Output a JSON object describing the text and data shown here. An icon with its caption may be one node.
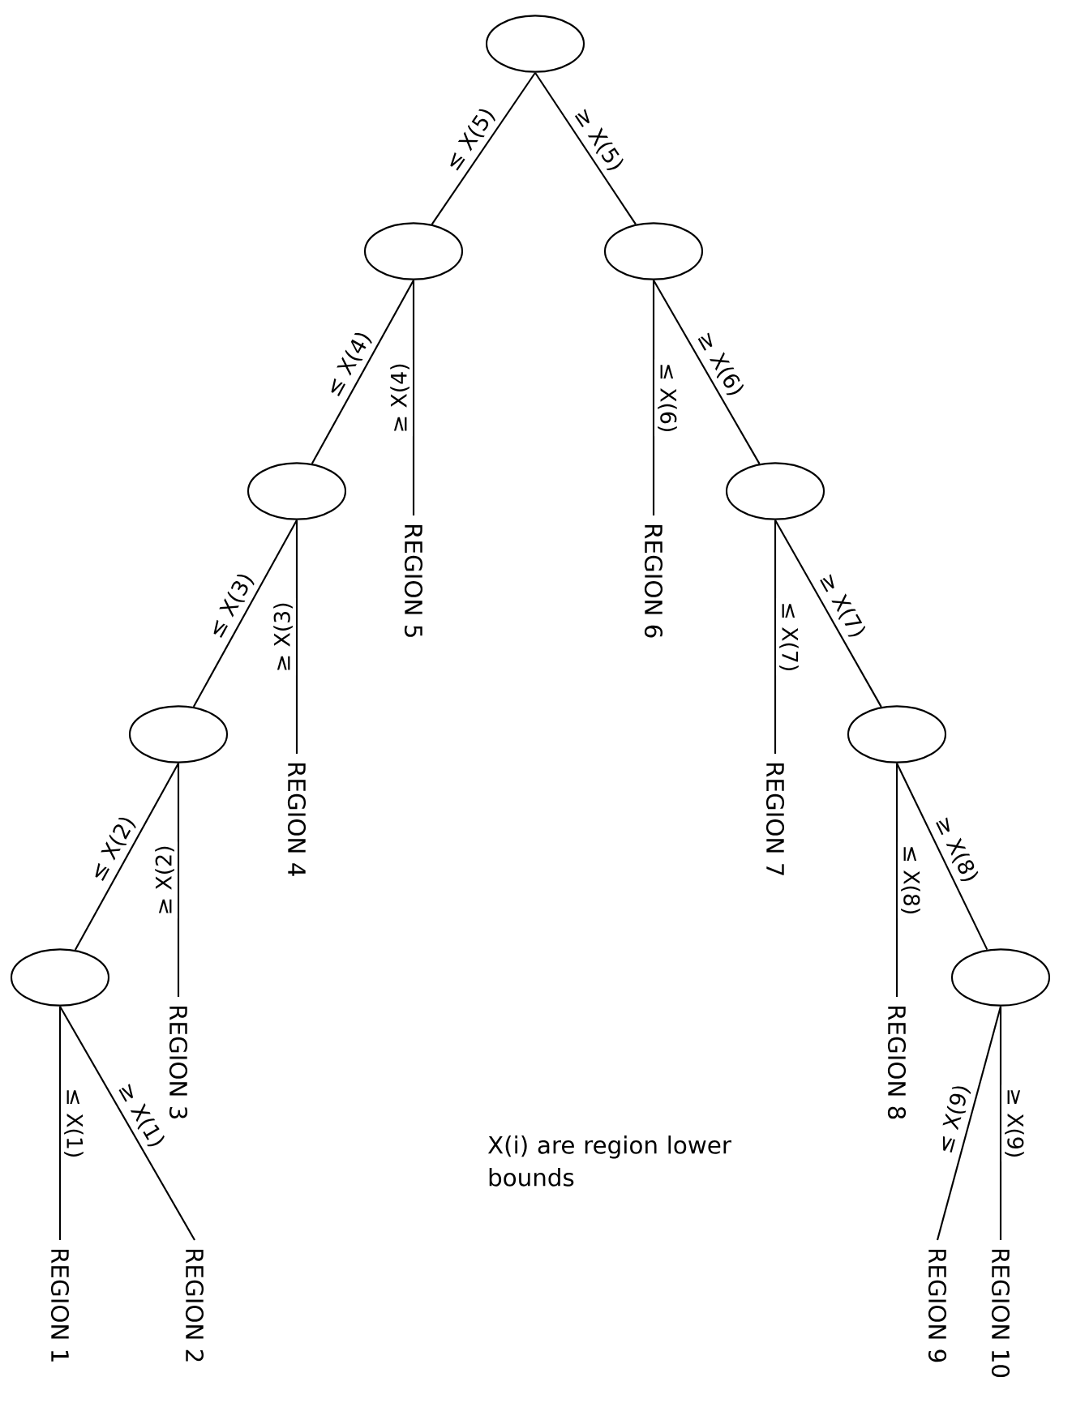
{
  "diagram": {
    "nodes": [
      {
        "text": [],
        "shape": "ellipse"
      },
      {
        "text": [],
        "shape": "ellipse"
      },
      {
        "text": [],
        "shape": "ellipse"
      },
      {
        "text": [],
        "shape": "ellipse"
      },
      {
        "text": [],
        "shape": "ellipse"
      },
      {
        "text": [
          "REGION 5"
        ]
      },
      {
        "text": [
          "REGION 6"
        ]
      },
      {
        "text": [],
        "shape": "ellipse"
      },
      {
        "text": [],
        "shape": "ellipse"
      },
      {
        "text": [
          "REGION 4"
        ]
      },
      {
        "text": [
          "REGION 7"
        ]
      },
      {
        "text": [],
        "shape": "ellipse"
      },
      {
        "text": [],
        "shape": "ellipse"
      },
      {
        "text": [
          "REGION 3"
        ]
      },
      {
        "text": [
          "REGION 8"
        ]
      },
      {
        "text": [
          "REGION 1"
        ]
      },
      {
        "text": [
          "REGION 2"
        ]
      },
      {
        "text": [
          "REGION 9"
        ]
      },
      {
        "text": [
          "REGION 10"
        ]
      }
    ],
    "edges": [
      {
        "from": 0,
        "to": 1,
        "arrow": "none",
        "label": "≤ X(5)"
      },
      {
        "from": 0,
        "to": 2,
        "arrow": "none",
        "label": "≥ X(5)"
      },
      {
        "from": 1,
        "to": 3,
        "arrow": "none",
        "label": "≤ X(4)"
      },
      {
        "from": 1,
        "to": 5,
        "arrow": "none",
        "label": "≥ X(4)"
      },
      {
        "from": 2,
        "to": 6,
        "arrow": "none",
        "label": "≤ X(6)"
      },
      {
        "from": 2,
        "to": 4,
        "arrow": "none",
        "label": "≥ X(6)"
      },
      {
        "from": 3,
        "to": 7,
        "arrow": "none",
        "label": "≤ X(3)"
      },
      {
        "from": 3,
        "to": 9,
        "arrow": "none",
        "label": "≥ X(3)"
      },
      {
        "from": 4,
        "to": 10,
        "arrow": "none",
        "label": "≤ X(7)"
      },
      {
        "from": 4,
        "to": 8,
        "arrow": "none",
        "label": "≥ X(7)"
      },
      {
        "from": 7,
        "to": 11,
        "arrow": "none",
        "label": "≤ X(2)"
      },
      {
        "from": 7,
        "to": 13,
        "arrow": "none",
        "label": "≥ X(2)"
      },
      {
        "from": 8,
        "to": 14,
        "arrow": "none",
        "label": "≤ X(8)"
      },
      {
        "from": 8,
        "to": 12,
        "arrow": "none",
        "label": "≥ X(8)"
      },
      {
        "from": 11,
        "to": 15,
        "arrow": "none",
        "label": "≤ X(1)"
      },
      {
        "from": 11,
        "to": 16,
        "arrow": "none",
        "label": "≥ X(1)"
      },
      {
        "from": 12,
        "to": 17,
        "arrow": "none",
        "label": "≤ X(9)"
      },
      {
        "from": 12,
        "to": 18,
        "arrow": "none",
        "label": "≥ X(9)"
      }
    ],
    "labels": [
      "X(i) are region lower bounds"
    ]
  }
}
